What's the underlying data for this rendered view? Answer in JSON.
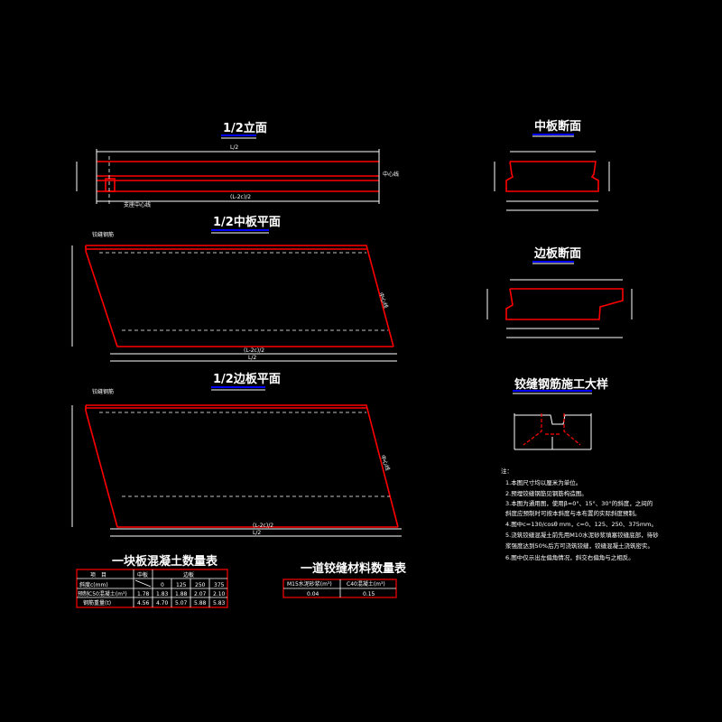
{
  "titles": {
    "elevation": "1/2立面",
    "mid_plan": "1/2中板平面",
    "edge_plan": "1/2边板平面",
    "mid_section": "中板断面",
    "edge_section": "边板断面",
    "hinge_detail": "铰缝钢筋施工大样",
    "concrete_table": "一块板混凝土数量表",
    "hinge_table": "一道铰缝材料数量表"
  },
  "labels": {
    "bearing_center": "支座中心线",
    "center_line": "中心线",
    "hinge_rebar": "铰缝钢筋",
    "dim_half_span": "L/2",
    "dim_half_net": "(L-2c)/2"
  },
  "notes": {
    "heading": "注：",
    "items": [
      "1.本图尺寸均以厘米为单位。",
      "2.预埋铰缝钢筋见钢筋构造图。",
      "3.本图为通用图，使用β=0°、15°、30°的斜度，之间的",
      "  斜度应预制时可按本斜度与本布置的实际斜度预制。",
      "4.图中c=130/cosθ mm，c=0、125、250、375mm。",
      "5.浇筑铰缝混凝土前先用M10水泥砂浆填塞铰缝底部，待砂",
      "  浆强度达到50%后方可浇筑铰缝，铰缝混凝土浇筑密实。",
      "6.图中仅示出左偏角情况，斜交右偏角与之相反。"
    ]
  },
  "concrete_table": {
    "header": [
      "项　目",
      "中板",
      "边板"
    ],
    "rows": [
      [
        "斜度c(mm)",
        "",
        "0",
        "125",
        "250",
        "375"
      ],
      [
        "预制C50混凝土(m³)",
        "1.78",
        "1.83",
        "1.88",
        "2.07",
        "2.10"
      ],
      [
        "钢筋重量(t)",
        "4.56",
        "4.70",
        "5.07",
        "5.88",
        "5.83"
      ]
    ]
  },
  "hinge_table": {
    "header": [
      "M15水泥砂浆(m³)",
      "C40混凝土(m³)"
    ],
    "row": [
      "0.04",
      "0.15"
    ]
  }
}
